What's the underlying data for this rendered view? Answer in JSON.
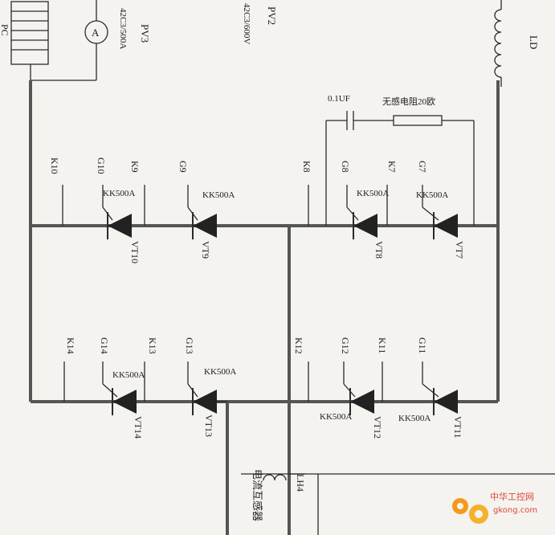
{
  "meters": {
    "pv3": {
      "name": "PV3",
      "spec": "42C3/500A",
      "symbol": "A"
    },
    "pv2": {
      "name": "PV2",
      "spec": "42C3/600V"
    },
    "left_edge": "PC"
  },
  "inductor": {
    "name": "LD"
  },
  "snubber": {
    "capacitor": "0.1UF",
    "resistor": "无感电阻20欧"
  },
  "upper_row": [
    {
      "vt": "VT10",
      "g": "G10",
      "k": "K10",
      "model": "KK500A"
    },
    {
      "vt": "VT9",
      "g": "G9",
      "k": "K9",
      "model": "KK500A"
    },
    {
      "vt": "VT8",
      "g": "G8",
      "k": "K8",
      "model": "KK500A"
    },
    {
      "vt": "VT7",
      "g": "G7",
      "k": "K7",
      "model": "KK500A"
    }
  ],
  "lower_row": [
    {
      "vt": "VT14",
      "g": "G14",
      "k": "K14",
      "model": "KK500A"
    },
    {
      "vt": "VT13",
      "g": "G13",
      "k": "K13",
      "model": "KK500A"
    },
    {
      "vt": "VT12",
      "g": "G12",
      "k": "K12",
      "model": "KK500A"
    },
    {
      "vt": "VT11",
      "g": "G11",
      "k": "K11",
      "model": "KK500A"
    }
  ],
  "current_transformer": {
    "label": "电流互感器",
    "name": "LH4"
  },
  "watermark": {
    "text": "中华工控网",
    "url": "gkong.com"
  }
}
